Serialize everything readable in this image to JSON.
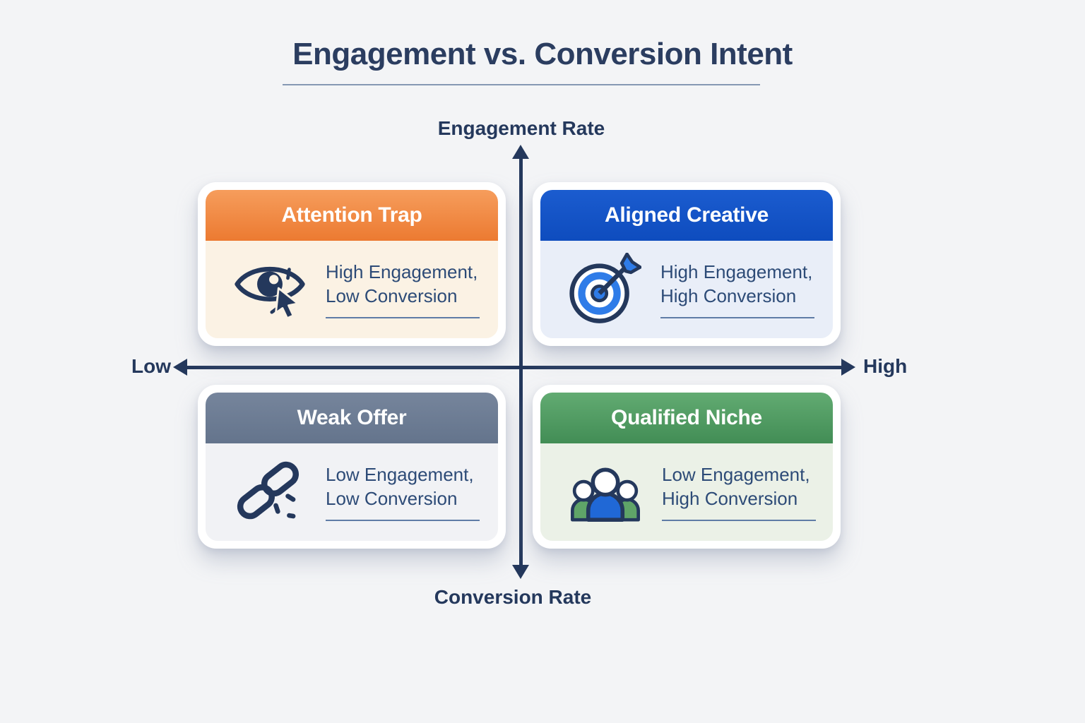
{
  "title": "Engagement vs. Conversion Intent",
  "axes": {
    "vertical_label": "Engagement Rate",
    "horizontal_label": "Conversion Rate",
    "left_label": "Low",
    "right_label": "High",
    "axis_color": "#24385C"
  },
  "quadrants": [
    {
      "name": "attention-trap",
      "title": "Attention Trap",
      "desc_line1": "High Engagement,",
      "desc_line2": "Low Conversion",
      "icon": "eye-click-cursor-icon",
      "header_color_top": "#F69D5C",
      "header_color_bottom": "#EC7A31",
      "body_color": "#FBF2E4"
    },
    {
      "name": "aligned-creative",
      "title": "Aligned Creative",
      "desc_line1": "High Engagement,",
      "desc_line2": "High Conversion",
      "icon": "target-arrow-icon",
      "header_color_top": "#1B5CCF",
      "header_color_bottom": "#0E4CBE",
      "body_color": "#E9EEF8"
    },
    {
      "name": "weak-offer",
      "title": "Weak Offer",
      "desc_line1": "Low Engagement,",
      "desc_line2": "Low Conversion",
      "icon": "broken-link-icon",
      "header_color_top": "#76859C",
      "header_color_bottom": "#64748C",
      "body_color": "#F1F2F5"
    },
    {
      "name": "qualified-niche",
      "title": "Qualified Niche",
      "desc_line1": "Low Engagement,",
      "desc_line2": "High Conversion",
      "icon": "people-group-icon",
      "header_color_top": "#62AB72",
      "header_color_bottom": "#428D55",
      "body_color": "#EBF1E7"
    }
  ],
  "colors": {
    "background": "#F3F4F6",
    "title_text": "#2B3D60",
    "icon_navy": "#24385C",
    "description_text": "#2D4B77",
    "accent_blue": "#2F7CE8",
    "accent_green": "#5FA468"
  }
}
